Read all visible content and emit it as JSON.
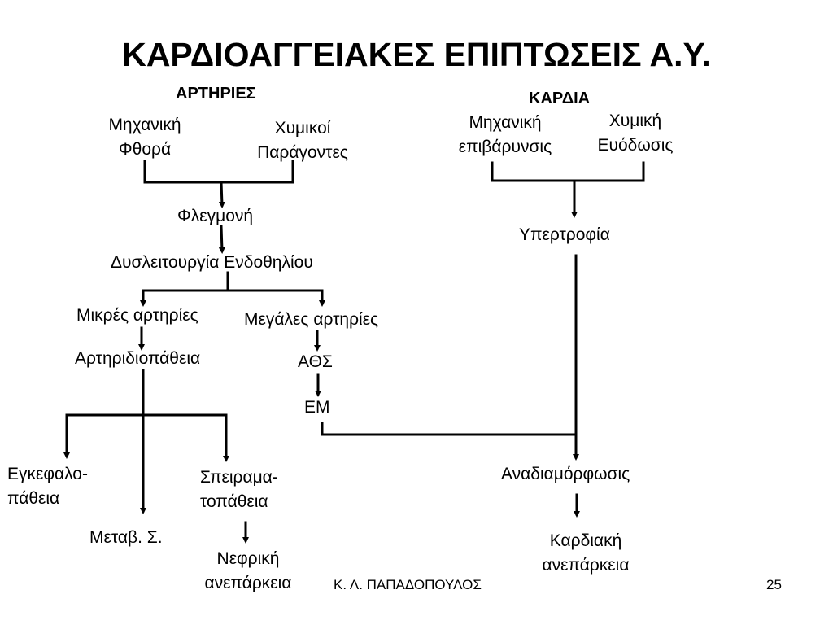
{
  "title": "ΚΑΡΔΙΟΑΓΓΕΙΑΚΕΣ ΕΠΙΠΤΩΣΕΙΣ Α.Υ.",
  "arteries": {
    "heading": "ΑΡΤΗΡΙΕΣ",
    "mechanical_wear": [
      "Μηχανική",
      "Φθορά"
    ],
    "chemical_factors": [
      "Χυμικοί",
      "Παράγοντες"
    ],
    "inflammation": "Φλεγμονή",
    "endothelial_dysfunction": "Δυσλειτουργία Ενδοθηλίου",
    "small_arteries": "Μικρές αρτηρίες",
    "large_arteries": "Μεγάλες αρτηρίες",
    "arteriolopathy": "Αρτηριδιοπάθεια",
    "ahs": "ΑΘΣ",
    "em": "ΕΜ",
    "encephalopathy": [
      "Εγκεφαλο-",
      "πάθεια"
    ],
    "glomerulopathy": [
      "Σπειραμα-",
      "τοπάθεια"
    ],
    "metab": "Μεταβ. Σ.",
    "renal_failure": [
      "Νεφρική",
      "ανεπάρκεια"
    ]
  },
  "heart": {
    "heading": "ΚΑΡΔΙΑ",
    "mechanical_load": [
      "Μηχανική",
      "επιβάρυνσις"
    ],
    "chemical_promotion": [
      "Χυμική",
      "Ευόδωσις"
    ],
    "hypertrophy": "Υπερτροφία",
    "remodeling": "Αναδιαμόρφωσις",
    "heart_failure": [
      "Καρδιακή",
      "ανεπάρκεια"
    ]
  },
  "footer": {
    "author": "Κ. Λ. ΠΑΠΑΔΟΠΟΥΛΟΣ",
    "page": "25"
  }
}
